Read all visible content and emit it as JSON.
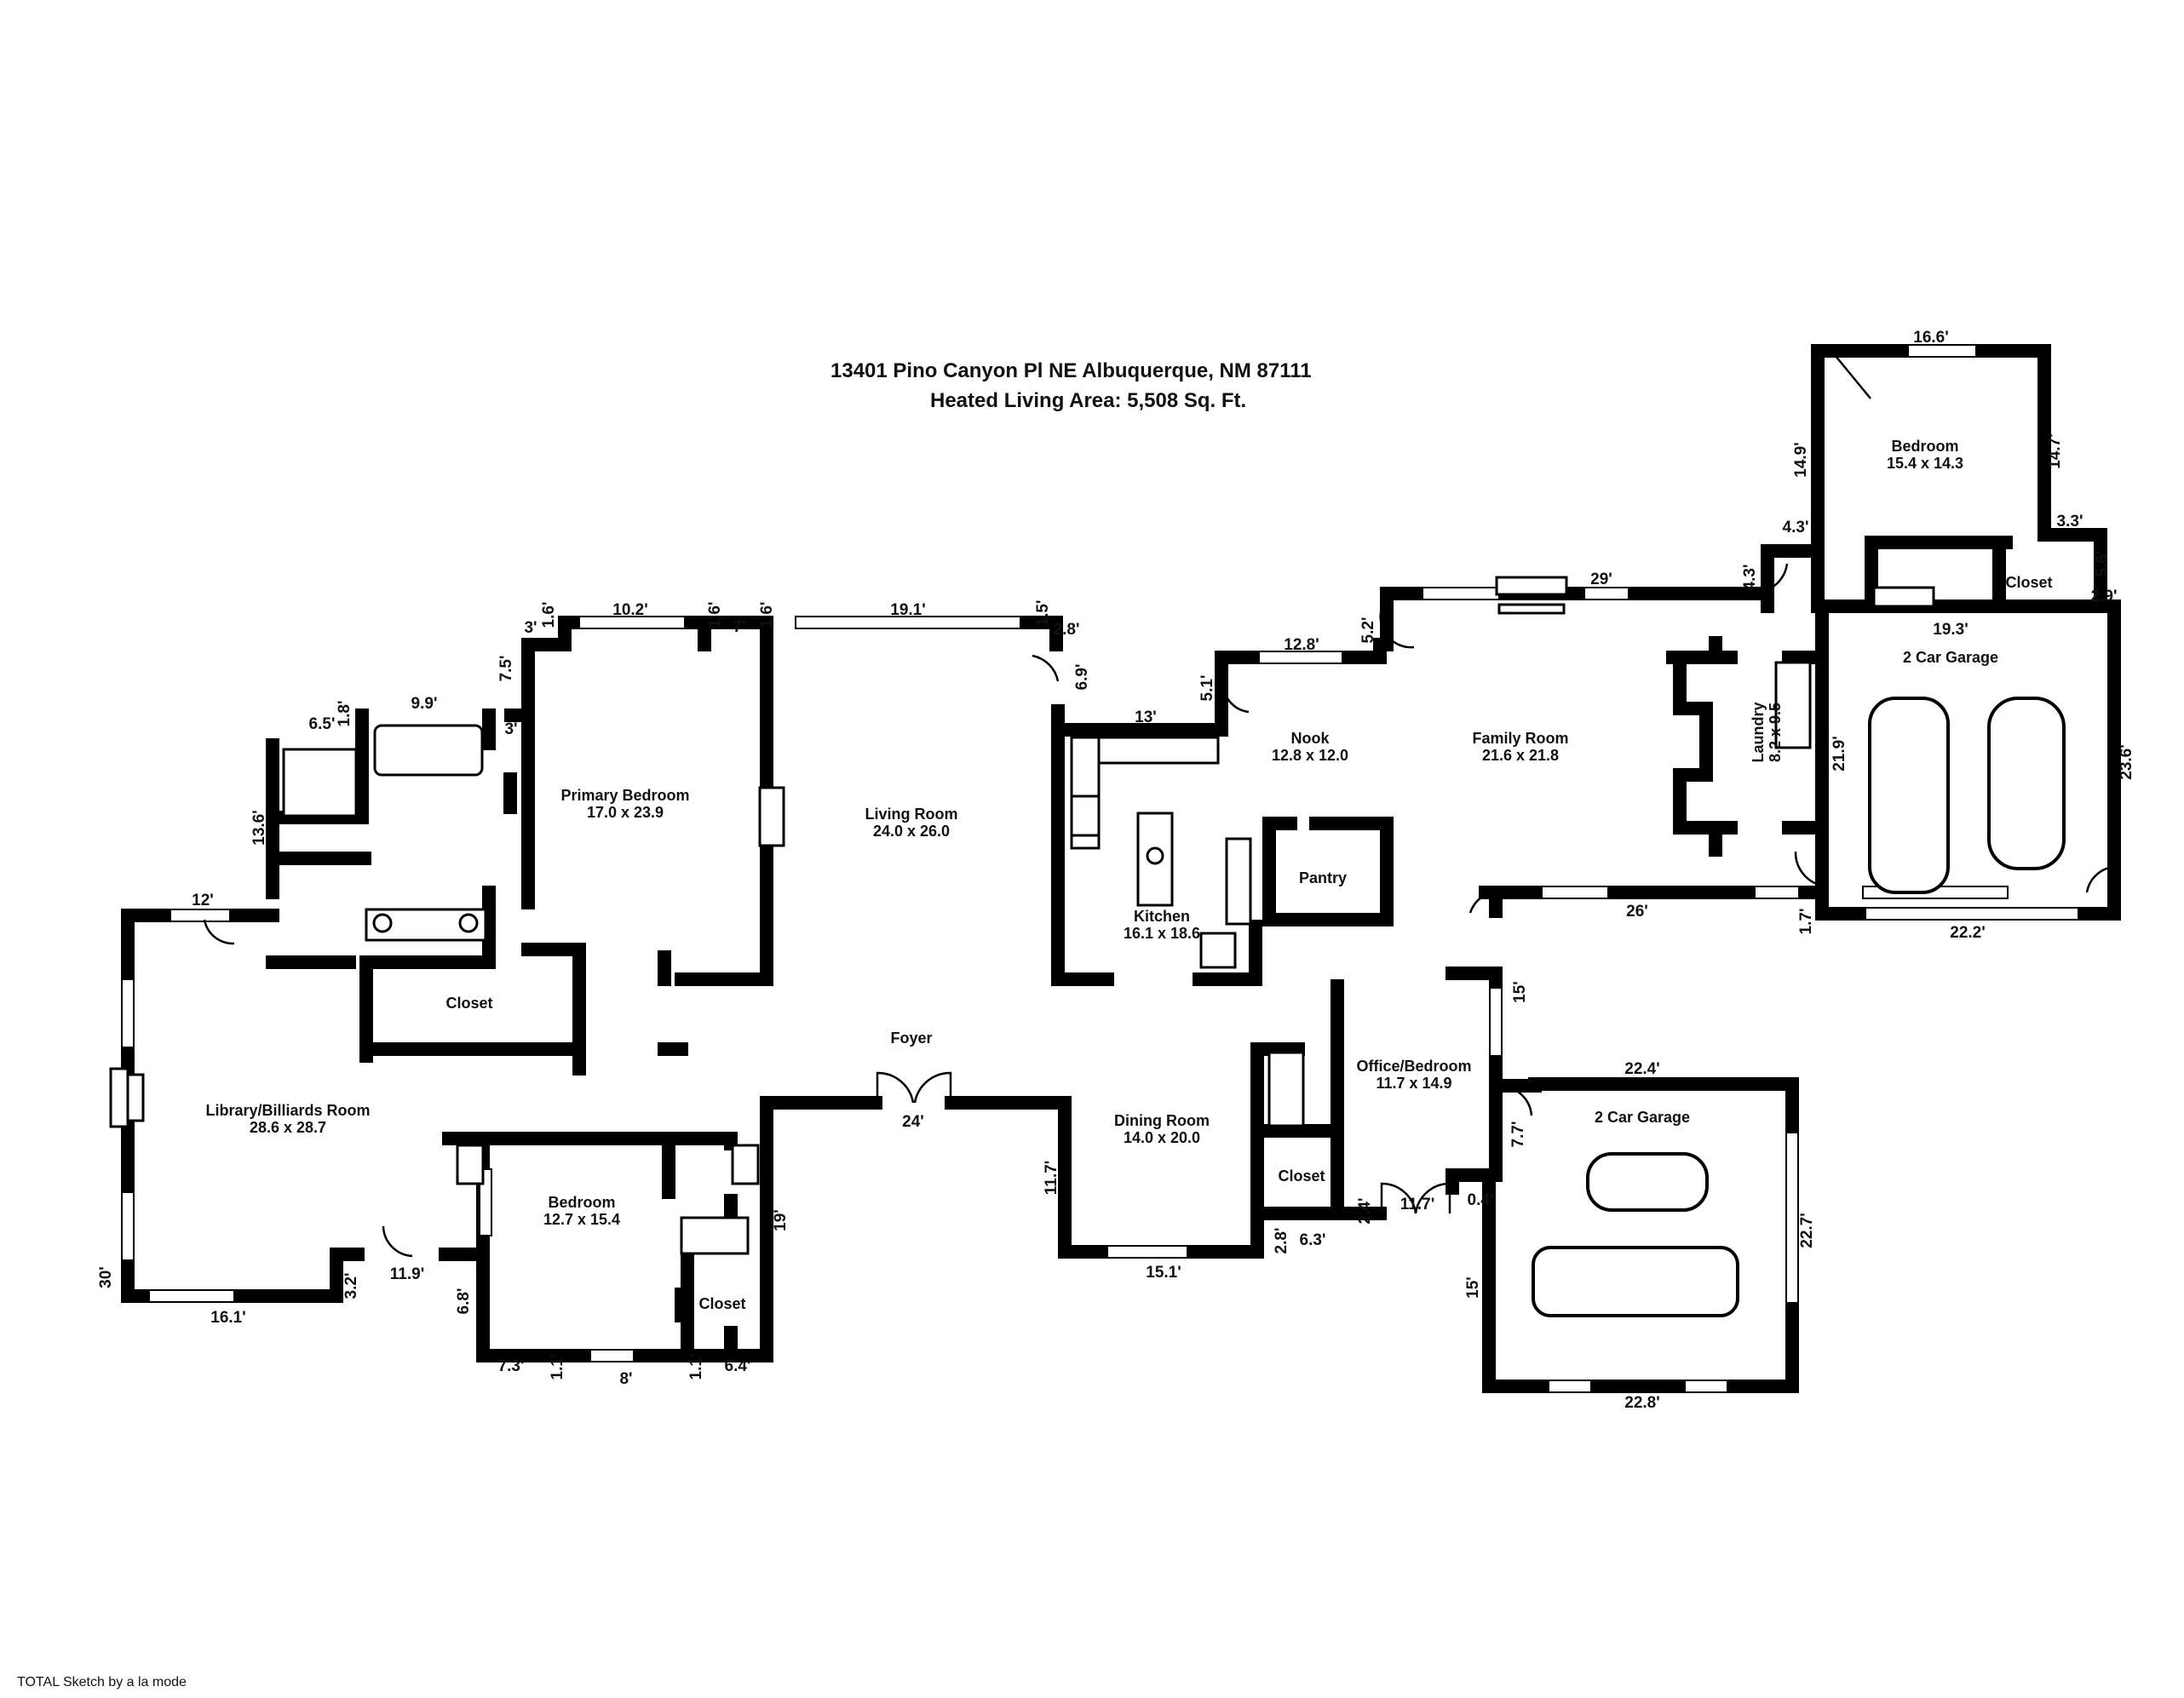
{
  "header": {
    "address": "13401 Pino Canyon Pl NE   Albuquerque, NM 87111",
    "area": "Heated Living Area: 5,508 Sq. Ft."
  },
  "footer": {
    "credit": "TOTAL Sketch by a la mode"
  },
  "rooms": {
    "bedroom_ne": {
      "name": "Bedroom",
      "size": "15.4 x 14.3"
    },
    "closet_ne": {
      "name": "Closet"
    },
    "garage_right": {
      "name": "2 Car Garage"
    },
    "laundry": {
      "name": "Laundry",
      "size": "8.2 x 9.5"
    },
    "family": {
      "name": "Family Room",
      "size": "21.6 x 21.8"
    },
    "nook": {
      "name": "Nook",
      "size": "12.8 x 12.0"
    },
    "pantry": {
      "name": "Pantry"
    },
    "kitchen": {
      "name": "Kitchen",
      "size": "16.1 x 18.6"
    },
    "living": {
      "name": "Living Room",
      "size": "24.0 x 26.0"
    },
    "primary": {
      "name": "Primary Bedroom",
      "size": "17.0 x 23.9"
    },
    "closet_primary": {
      "name": "Closet"
    },
    "library": {
      "name": "Library/Billiards Room",
      "size": "28.6 x 28.7"
    },
    "foyer": {
      "name": "Foyer"
    },
    "dining": {
      "name": "Dining Room",
      "size": "14.0 x 20.0"
    },
    "office": {
      "name": "Office/Bedroom",
      "size": "11.7 x 14.9"
    },
    "closet_office": {
      "name": "Closet"
    },
    "garage_lower": {
      "name": "2 Car Garage"
    },
    "bedroom_sw": {
      "name": "Bedroom",
      "size": "12.7 x 15.4"
    },
    "closet_sw": {
      "name": "Closet"
    }
  },
  "dimensions": {
    "d16_6": "16.6'",
    "d14_9": "14.9'",
    "d14_7": "14.7'",
    "d3_3": "3.3'",
    "d5_6": "5.6'",
    "d2_9": "2.9'",
    "d4_3a": "4.3'",
    "d4_3b": "4.3'",
    "d29": "29'",
    "d19_3": "19.3'",
    "d21_9": "21.9'",
    "d23_6": "23.6'",
    "d1_7": "1.7'",
    "d22_2": "22.2'",
    "d26": "26'",
    "d5_2": "5.2'",
    "d12_8": "12.8'",
    "d5_1": "5.1'",
    "d13": "13'",
    "d6_9": "6.9'",
    "d19_1": "19.1'",
    "d1_5": "1.5'",
    "d2_8a": "2.8'",
    "d1_6a": "1.6'",
    "d7": "7'",
    "d1_6b": "1.6'",
    "d10_2": "10.2'",
    "d1_6c": "1.6'",
    "d3a": "3'",
    "d7_5": "7.5'",
    "d3b": "3'",
    "d9_9": "9.9'",
    "d6_5": "6.5'",
    "d1_8": "1.8'",
    "d13_6": "13.6'",
    "d12": "12'",
    "d30": "30'",
    "d16_1": "16.1'",
    "d3_2": "3.2'",
    "d11_9": "11.9'",
    "d6_8": "6.8'",
    "d7_3": "7.3'",
    "d1_1a": "1.1'",
    "d8": "8'",
    "d1_1b": "1.1'",
    "d6_4": "6.4'",
    "d19": "19'",
    "d24": "24'",
    "d11_7a": "11.7'",
    "d15_1": "15.1'",
    "d2_8b": "2.8'",
    "d6_3": "6.3'",
    "d2_4": "2.4'",
    "d11_7b": "11.7'",
    "d15a": "15'",
    "d22_4": "22.4'",
    "d7_7": "7.7'",
    "d0_4": "0.4'",
    "d15b": "15'",
    "d22_7": "22.7'",
    "d22_8": "22.8'"
  }
}
